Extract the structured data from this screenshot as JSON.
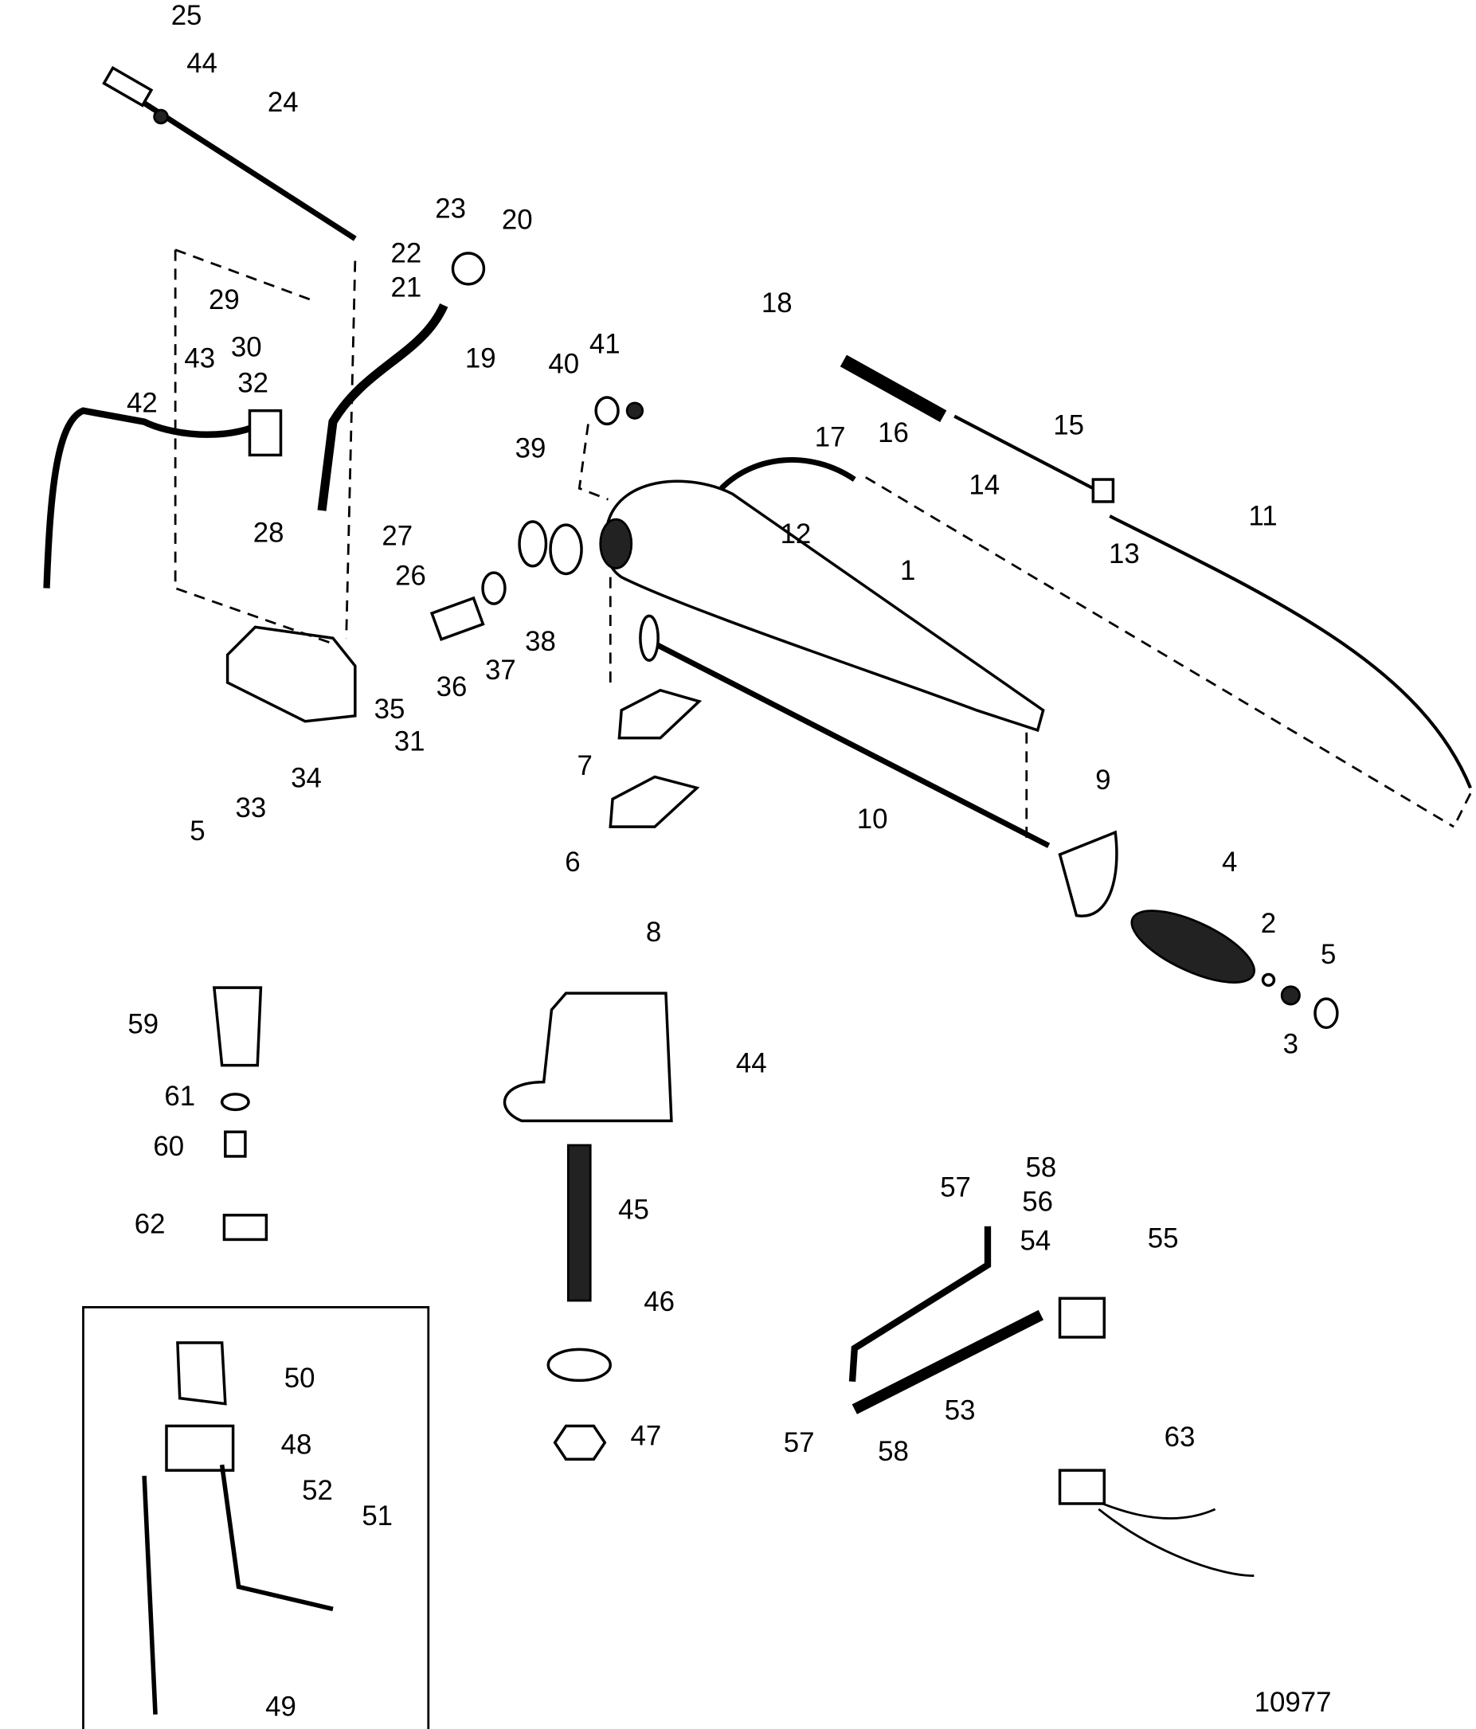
{
  "diagram": {
    "figure_number": "10977",
    "callouts": [
      "25",
      "44",
      "24",
      "23",
      "20",
      "22",
      "21",
      "29",
      "30",
      "43",
      "32",
      "19",
      "42",
      "28",
      "27",
      "26",
      "18",
      "40",
      "41",
      "39",
      "17",
      "16",
      "15",
      "14",
      "12",
      "13",
      "11",
      "1",
      "38",
      "37",
      "36",
      "35",
      "31",
      "34",
      "33",
      "5",
      "7",
      "10",
      "9",
      "6",
      "8",
      "4",
      "2",
      "5",
      "3",
      "59",
      "61",
      "60",
      "62",
      "44",
      "45",
      "58",
      "57",
      "56",
      "54",
      "55",
      "46",
      "50",
      "53",
      "47",
      "48",
      "57",
      "58",
      "52",
      "51",
      "63",
      "49"
    ]
  }
}
